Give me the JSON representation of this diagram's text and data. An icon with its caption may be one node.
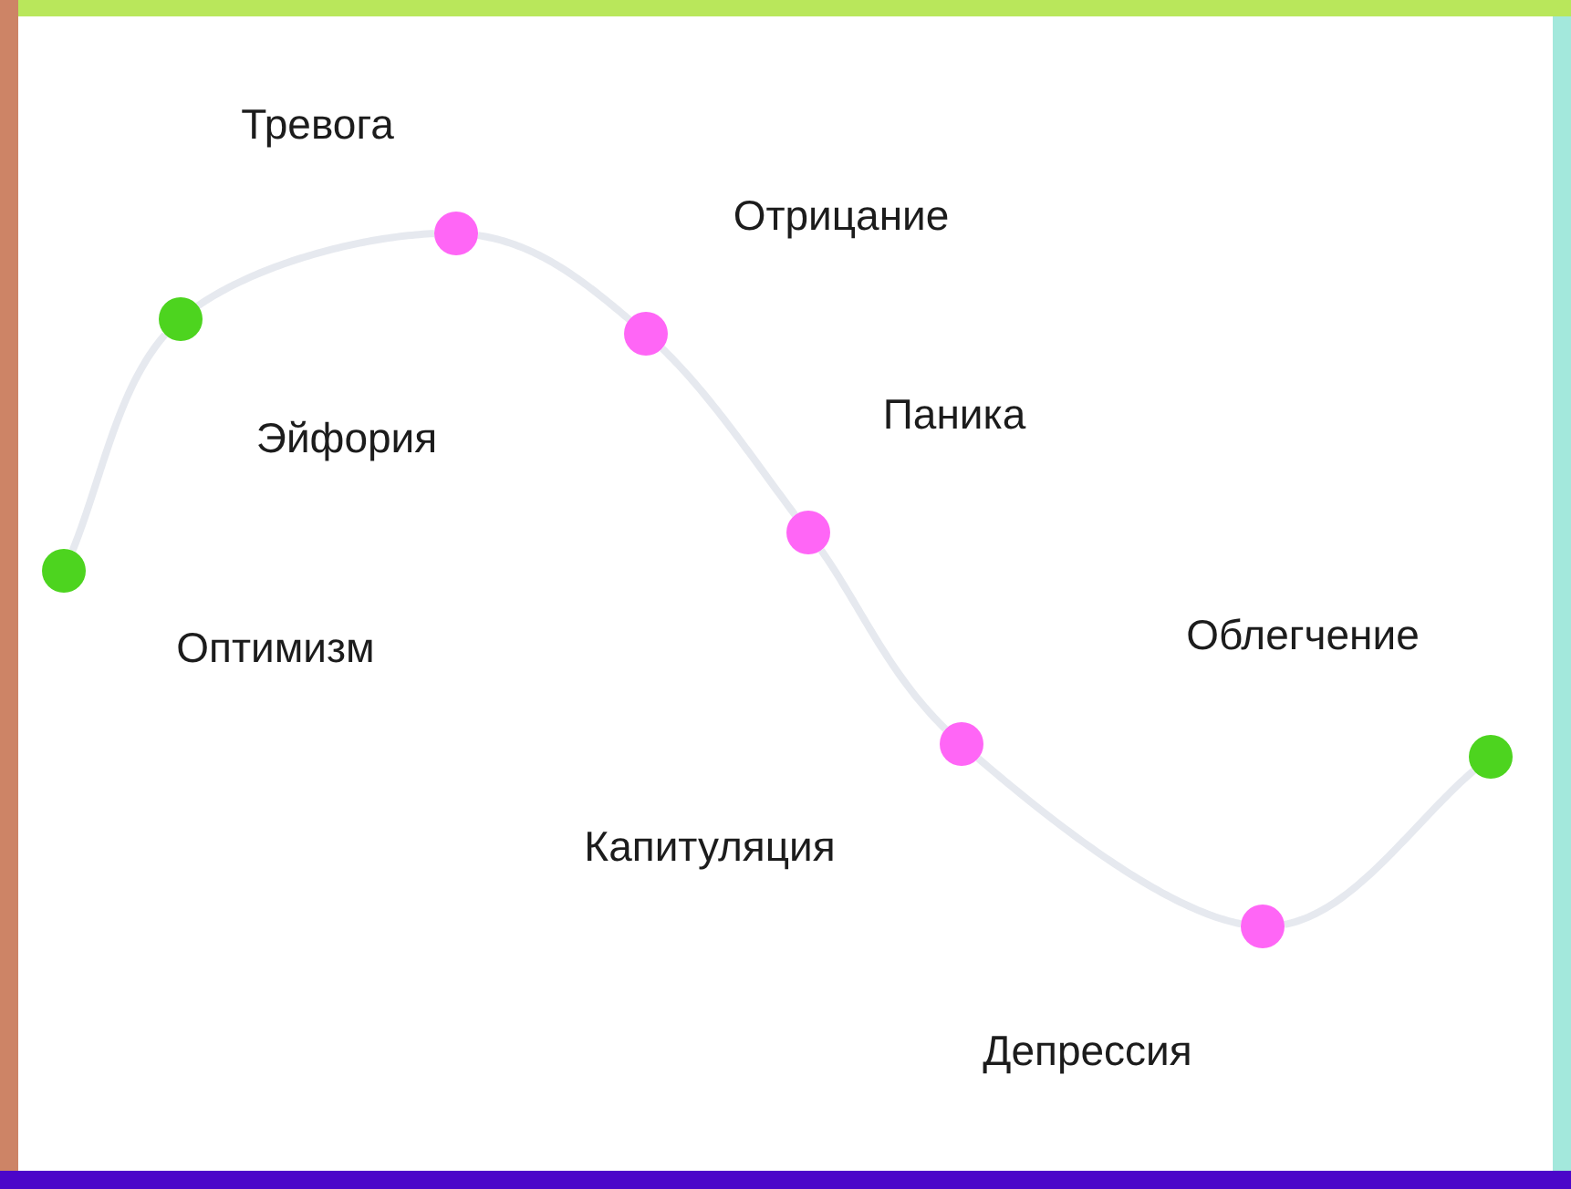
{
  "diagram": {
    "nodes": [
      {
        "text": [],
        "shape": "circle",
        "beside": [
          "Оптимизм"
        ]
      },
      {
        "text": [],
        "shape": "circle",
        "beside": [
          "Эйфория"
        ]
      },
      {
        "text": [],
        "shape": "circle",
        "beside": [
          "Тревога"
        ]
      },
      {
        "text": [],
        "shape": "circle",
        "beside": [
          "Отрицание"
        ]
      },
      {
        "text": [],
        "shape": "circle",
        "beside": [
          "Паника"
        ]
      },
      {
        "text": [],
        "shape": "circle",
        "beside": [
          "Капитуляция"
        ]
      },
      {
        "text": [],
        "shape": "circle",
        "beside": [
          "Депрессия"
        ]
      },
      {
        "text": [],
        "shape": "circle",
        "beside": [
          "Облегчение"
        ]
      }
    ],
    "edges": [
      {
        "from": 0,
        "to": 1,
        "arrow": "none"
      },
      {
        "from": 1,
        "to": 2,
        "arrow": "none"
      },
      {
        "from": 2,
        "to": 3,
        "arrow": "none"
      },
      {
        "from": 3,
        "to": 4,
        "arrow": "none"
      },
      {
        "from": 4,
        "to": 5,
        "arrow": "none"
      },
      {
        "from": 5,
        "to": 6,
        "arrow": "none"
      },
      {
        "from": 6,
        "to": 7,
        "arrow": "none"
      }
    ]
  }
}
